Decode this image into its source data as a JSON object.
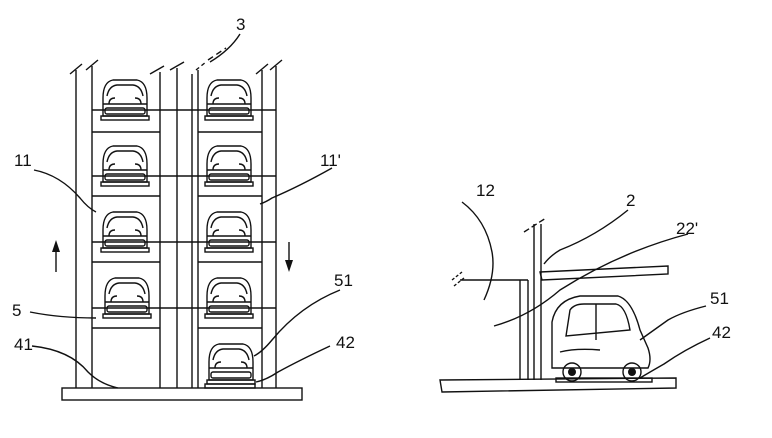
{
  "labels": {
    "tower_ref": "3",
    "left_shaft_ref": "11",
    "right_shaft_ref": "11'",
    "car_ref": "5",
    "floor_left_ref": "41",
    "floor_right_ref": "42",
    "pad_ref": "51",
    "side_frame_ref": "12",
    "side_post_ref": "2",
    "roof_ref": "22'",
    "side_pad_ref": "51",
    "side_floor_ref": "42"
  }
}
